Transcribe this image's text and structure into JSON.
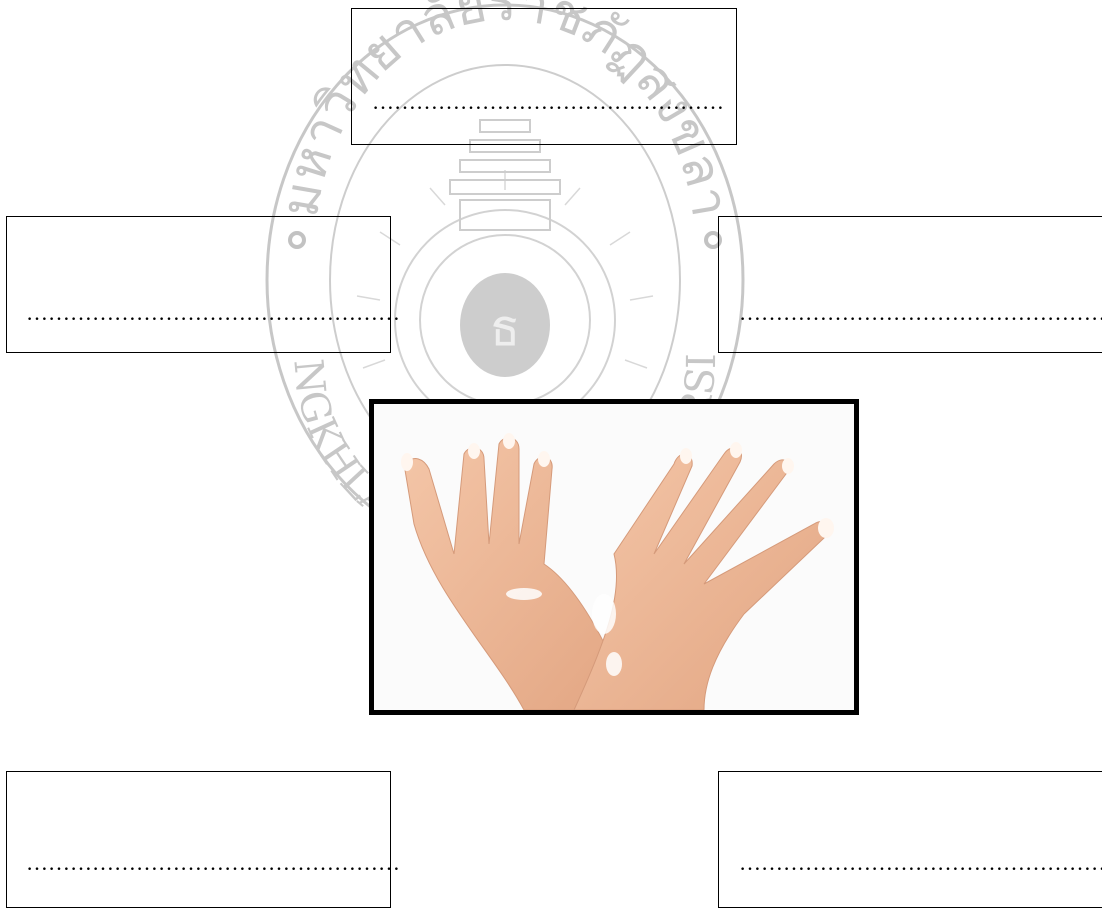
{
  "answer_blanks": {
    "top": "…………………………………………",
    "middle_left": "……………………………………………",
    "middle_right": "……………………………………………",
    "bottom_left": "……………………………………………",
    "bottom_right": "……………………………………………"
  },
  "watermark": {
    "thai_arc_text": "มหาวิทยาลัยราชภัฏสงขลา",
    "english_arc_text": "SONGKHLA RAJABHAT UNIVERSITY"
  },
  "photo": {
    "subject": "hands"
  }
}
